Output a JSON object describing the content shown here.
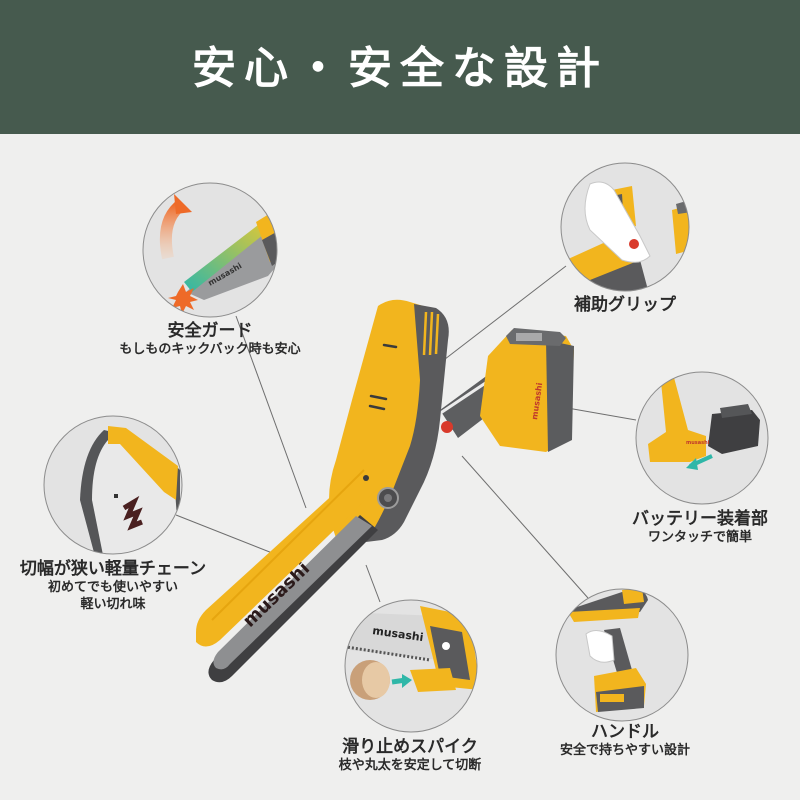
{
  "header": {
    "title": "安心・安全な設計",
    "background_color": "#465a4e",
    "text_color": "#ffffff"
  },
  "product": {
    "name": "musashi",
    "body_color": "#f2b51e",
    "accent_color": "#5a5a5c",
    "bar_brand": "musashi",
    "battery_brand": "musashi"
  },
  "features": [
    {
      "id": "safety-guard",
      "title": "安全ガード",
      "subtitle": [
        "もしものキックバック時も安心"
      ],
      "icon": "kickback-arrow-icon"
    },
    {
      "id": "auxiliary-grip",
      "title": "補助グリップ",
      "subtitle": [],
      "icon": "hand-grip-icon"
    },
    {
      "id": "battery-mount",
      "title": "バッテリー装着部",
      "subtitle": [
        "ワンタッチで簡単"
      ],
      "icon": "battery-slide-icon"
    },
    {
      "id": "narrow-chain",
      "title": "切幅が狭い軽量チェーン",
      "subtitle": [
        "初めてでも使いやすい",
        "軽い切れ味"
      ],
      "icon": "chain-closeup-icon"
    },
    {
      "id": "spike",
      "title": "滑り止めスパイク",
      "subtitle": [
        "枝や丸太を安定して切断"
      ],
      "icon": "log-spike-icon"
    },
    {
      "id": "handle",
      "title": "ハンドル",
      "subtitle": [
        "安全で持ちやすい設計"
      ],
      "icon": "hand-handle-icon"
    }
  ]
}
